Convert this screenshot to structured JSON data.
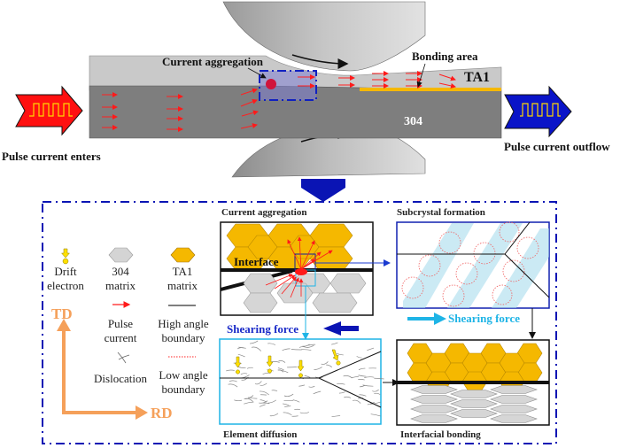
{
  "top": {
    "labels": {
      "current_aggregation": "Current aggregation",
      "bonding_area": "Bonding area",
      "ta1": "TA1",
      "s304": "304",
      "pulse_enters": "Pulse current enters",
      "pulse_outflow": "Pulse current outflow"
    }
  },
  "legend": {
    "items": [
      {
        "icon": "drift-electron-icon",
        "line1": "Drift",
        "line2": "electron"
      },
      {
        "icon": "hexagon-304-icon",
        "line1": "304",
        "line2": "matrix"
      },
      {
        "icon": "hexagon-ta1-icon",
        "line1": "TA1",
        "line2": "matrix"
      },
      {
        "icon": "red-arrow-icon",
        "line1": "Pulse",
        "line2": "current"
      },
      {
        "icon": "black-line-icon",
        "line1": "High angle",
        "line2": "boundary"
      },
      {
        "icon": "dislocation-icon",
        "line1": "Dislocation",
        "line2": ""
      },
      {
        "icon": "red-dotted-line-icon",
        "line1": "Low angle",
        "line2": "boundary"
      }
    ],
    "axes": {
      "td": "TD",
      "rd": "RD"
    }
  },
  "panels": {
    "current_aggregation": {
      "title": "Current aggregation",
      "interface": "Interface"
    },
    "subcrystal": {
      "title": "Subcrystal formation",
      "shear": "Shearing force"
    },
    "diffusion": {
      "title": "Element diffusion",
      "shear": "Shearing force"
    },
    "bonding": {
      "title": "Interfacial bonding"
    }
  },
  "colors": {
    "ta1": "#f5b800",
    "s304_hex": "#d4d4d4",
    "dark_steel": "#7f7f7f",
    "light_strip": "#c8c8c8",
    "blue": "#0a14b4",
    "cyan": "#1eb4e6",
    "red": "#ff0000",
    "orange": "#f5a05a"
  }
}
